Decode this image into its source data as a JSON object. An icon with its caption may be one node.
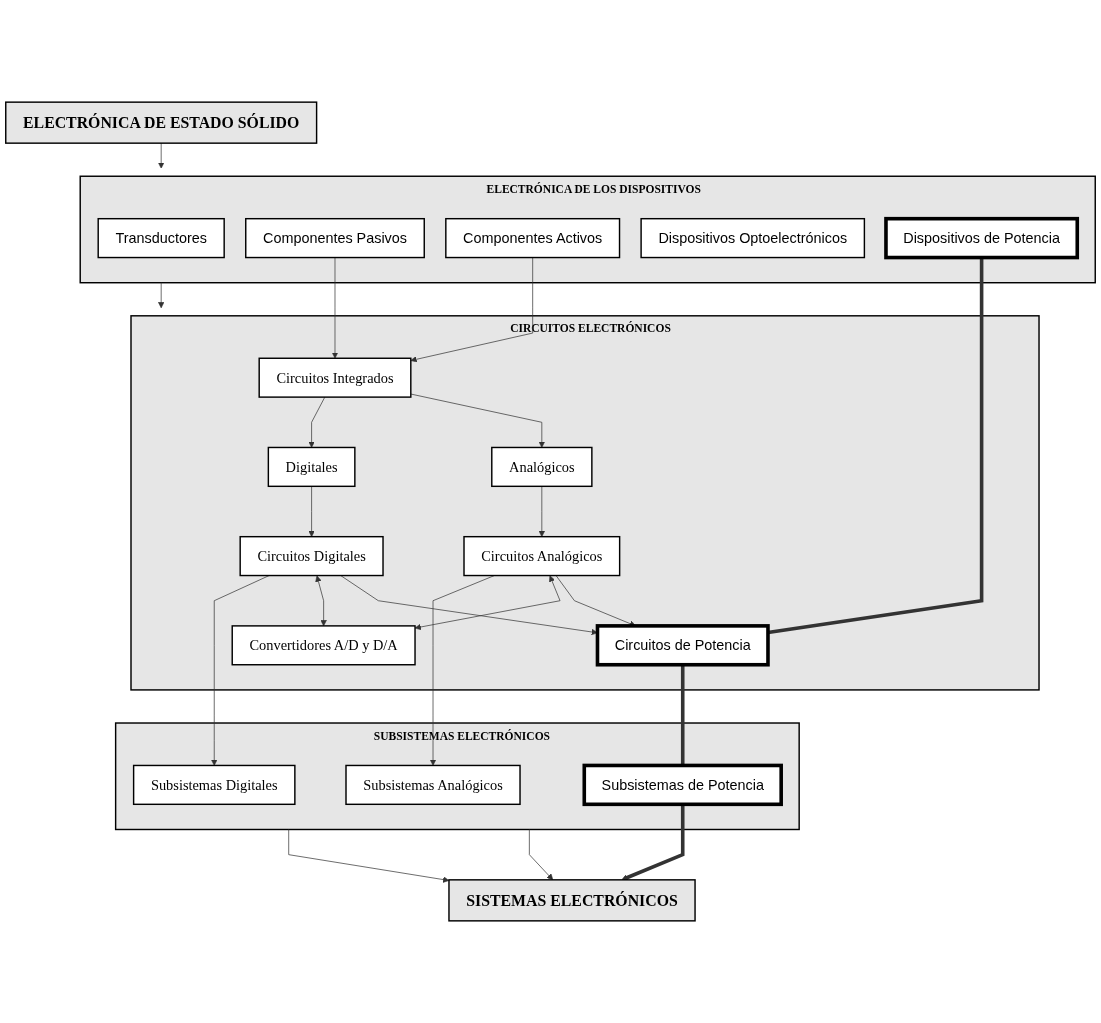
{
  "diagram": {
    "nodes": [
      {
        "text": [
          "ELECTRÓNICA DE ESTADO SÓLIDO"
        ]
      },
      {
        "text": [
          "ELECTRÓNICA DE LOS DISPOSITIVOS"
        ]
      },
      {
        "text": [
          "Transductores"
        ],
        "in": 1
      },
      {
        "text": [
          "Componentes Pasivos"
        ],
        "in": 1
      },
      {
        "text": [
          "Componentes Activos"
        ],
        "in": 1
      },
      {
        "text": [
          "Dispositivos Optoelectrónicos"
        ],
        "in": 1
      },
      {
        "text": [
          "Dispositivos de Potencia"
        ],
        "in": 1
      },
      {
        "text": [
          "CIRCUITOS ELECTRÓNICOS"
        ]
      },
      {
        "text": [
          "Circuitos Integrados"
        ],
        "in": 7
      },
      {
        "text": [
          "Analógicos"
        ],
        "in": 7
      },
      {
        "text": [
          "Digitales"
        ],
        "in": 7
      },
      {
        "text": [
          "Circuitos Analógicos"
        ],
        "in": 7
      },
      {
        "text": [
          "Circuitos Digitales"
        ],
        "in": 7
      },
      {
        "text": [
          "Circuitos de Potencia"
        ],
        "in": 7
      },
      {
        "text": [
          "Convertidores A/D y D/A"
        ],
        "in": 7
      },
      {
        "text": [
          "SUBSISTEMAS ELECTRÓNICOS"
        ]
      },
      {
        "text": [
          "Subsistemas Analógicos"
        ],
        "in": 15
      },
      {
        "text": [
          "Subsistemas Digitales"
        ],
        "in": 15
      },
      {
        "text": [
          "Subsistemas de Potencia"
        ],
        "in": 15
      },
      {
        "text": [
          "SISTEMAS ELECTRÓNICOS"
        ]
      }
    ],
    "edges": [
      {
        "from": 0,
        "to": 1,
        "arrow": "to"
      },
      {
        "from": 3,
        "to": 8,
        "arrow": "to"
      },
      {
        "from": 4,
        "to": 8,
        "arrow": "to"
      },
      {
        "from": 1,
        "to": 7,
        "arrow": "to"
      },
      {
        "from": 6,
        "to": 13,
        "arrow": "none",
        "style": "thick"
      },
      {
        "from": 8,
        "to": 9,
        "arrow": "to"
      },
      {
        "from": 8,
        "to": 10,
        "arrow": "to"
      },
      {
        "from": 9,
        "to": 11,
        "arrow": "to"
      },
      {
        "from": 10,
        "to": 12,
        "arrow": "to"
      },
      {
        "from": 11,
        "to": 13,
        "arrow": "to"
      },
      {
        "from": 12,
        "to": 13,
        "arrow": "to"
      },
      {
        "from": 11,
        "to": 14,
        "arrow": "both"
      },
      {
        "from": 12,
        "to": 14,
        "arrow": "both"
      },
      {
        "from": 11,
        "to": 16,
        "arrow": "to"
      },
      {
        "from": 12,
        "to": 17,
        "arrow": "to"
      },
      {
        "from": 13,
        "to": 18,
        "arrow": "none",
        "style": "thick"
      },
      {
        "from": 15,
        "to": 19,
        "arrow": "to"
      },
      {
        "from": 15,
        "to": 19,
        "arrow": "to"
      },
      {
        "from": 18,
        "to": 19,
        "arrow": "to",
        "style": "thick"
      }
    ]
  }
}
